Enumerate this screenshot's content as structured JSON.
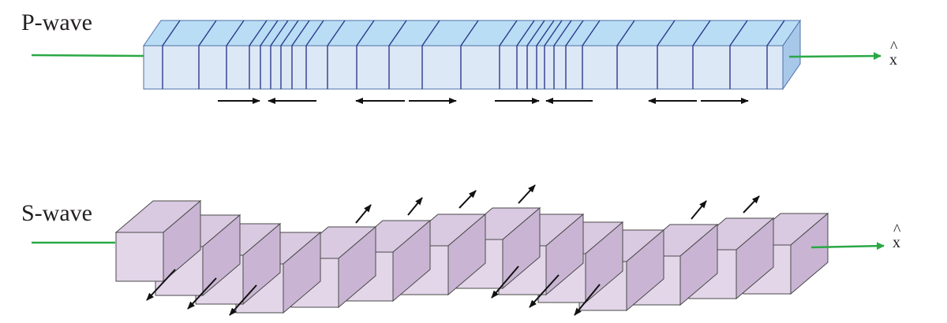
{
  "p_wave": {
    "label": "P-wave",
    "axis_label": "x",
    "axis_hat": "^"
  },
  "s_wave": {
    "label": "S-wave",
    "axis_label": "x",
    "axis_hat": "^"
  },
  "colors": {
    "p_bar_face": "#dde8f6",
    "p_bar_top": "#b9ddf4",
    "p_bar_end": "#a8c8ea",
    "p_plane_line": "#2e3a8c",
    "s_block_front": "#e3d6e9",
    "s_block_top": "#d9c9e1",
    "s_block_side": "#c9b5d3",
    "edge": "#4a4a4a",
    "axis_arrow": "#2aa845",
    "motion_arrow": "#111111"
  }
}
